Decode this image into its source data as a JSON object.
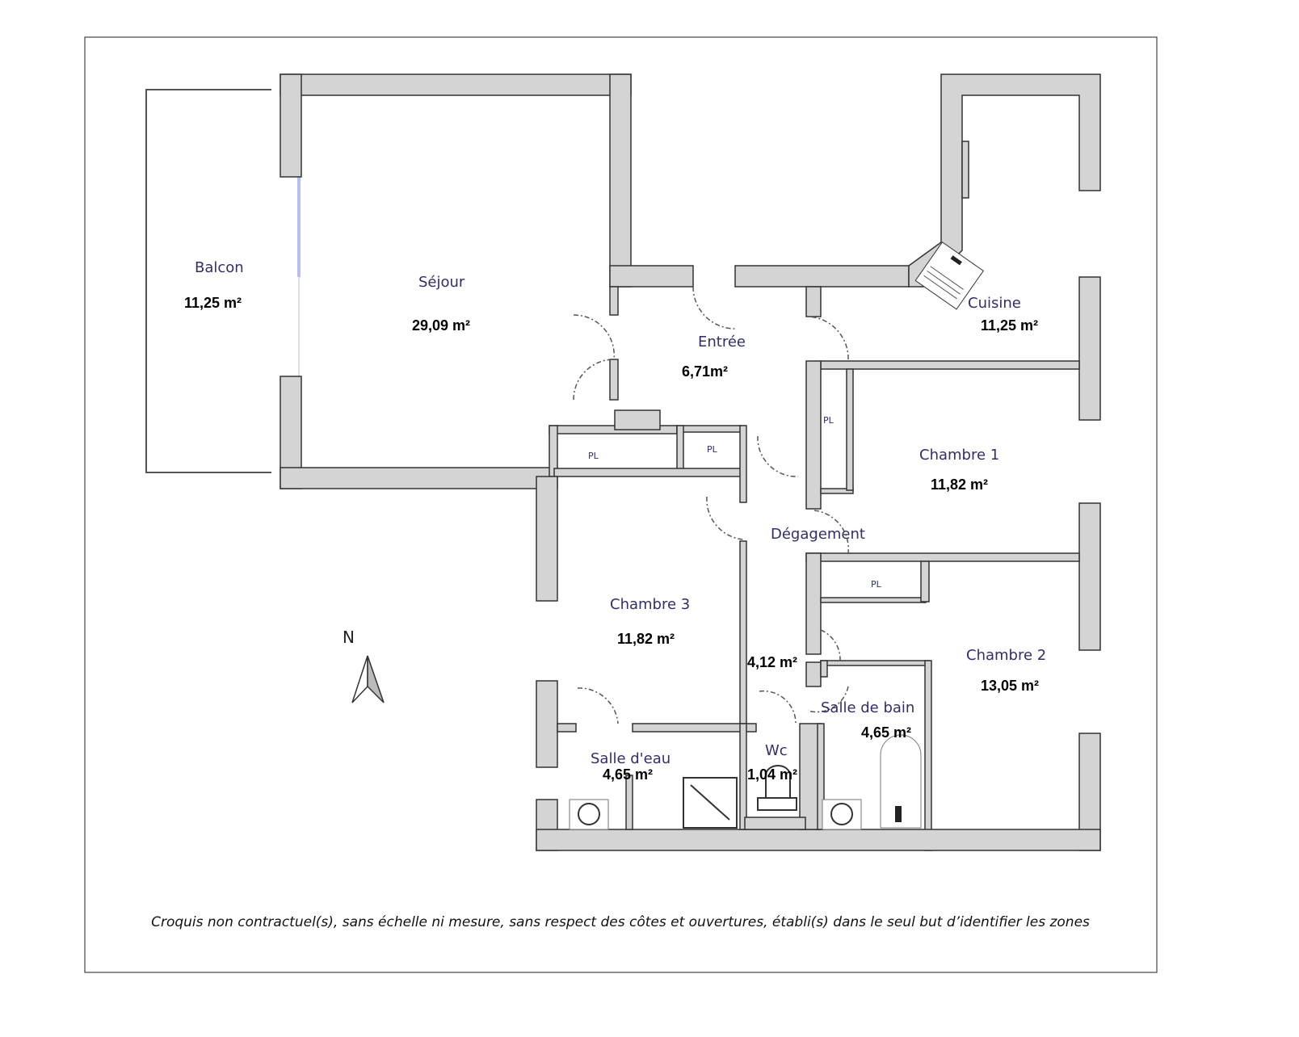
{
  "plan": {
    "rooms": [
      {
        "name": "Balcon",
        "area": "11,25 m²"
      },
      {
        "name": "Séjour",
        "area": "29,09 m²"
      },
      {
        "name": "Entrée",
        "area": "6,71m²"
      },
      {
        "name": "Cuisine",
        "area": "11,25 m²"
      },
      {
        "name": "Chambre 1",
        "area": "11,82 m²"
      },
      {
        "name": "Dégagement",
        "area": "4,12 m²"
      },
      {
        "name": "Chambre 3",
        "area": "11,82 m²"
      },
      {
        "name": "Chambre 2",
        "area": "13,05 m²"
      },
      {
        "name": "Salle de bain",
        "area": "4,65 m²"
      },
      {
        "name": "Salle d'eau",
        "area": "4,65 m²"
      },
      {
        "name": "Wc",
        "area": "1,04 m²"
      }
    ],
    "closet_label": "PL",
    "north_label": "N",
    "wall_color": "#d4d4d4",
    "label_color": "#2f2f6b"
  },
  "disclaimer": "Croquis non contractuel(s), sans échelle ni mesure, sans respect des côtes et ouvertures, établi(s) dans le seul but d’identifier les zones"
}
